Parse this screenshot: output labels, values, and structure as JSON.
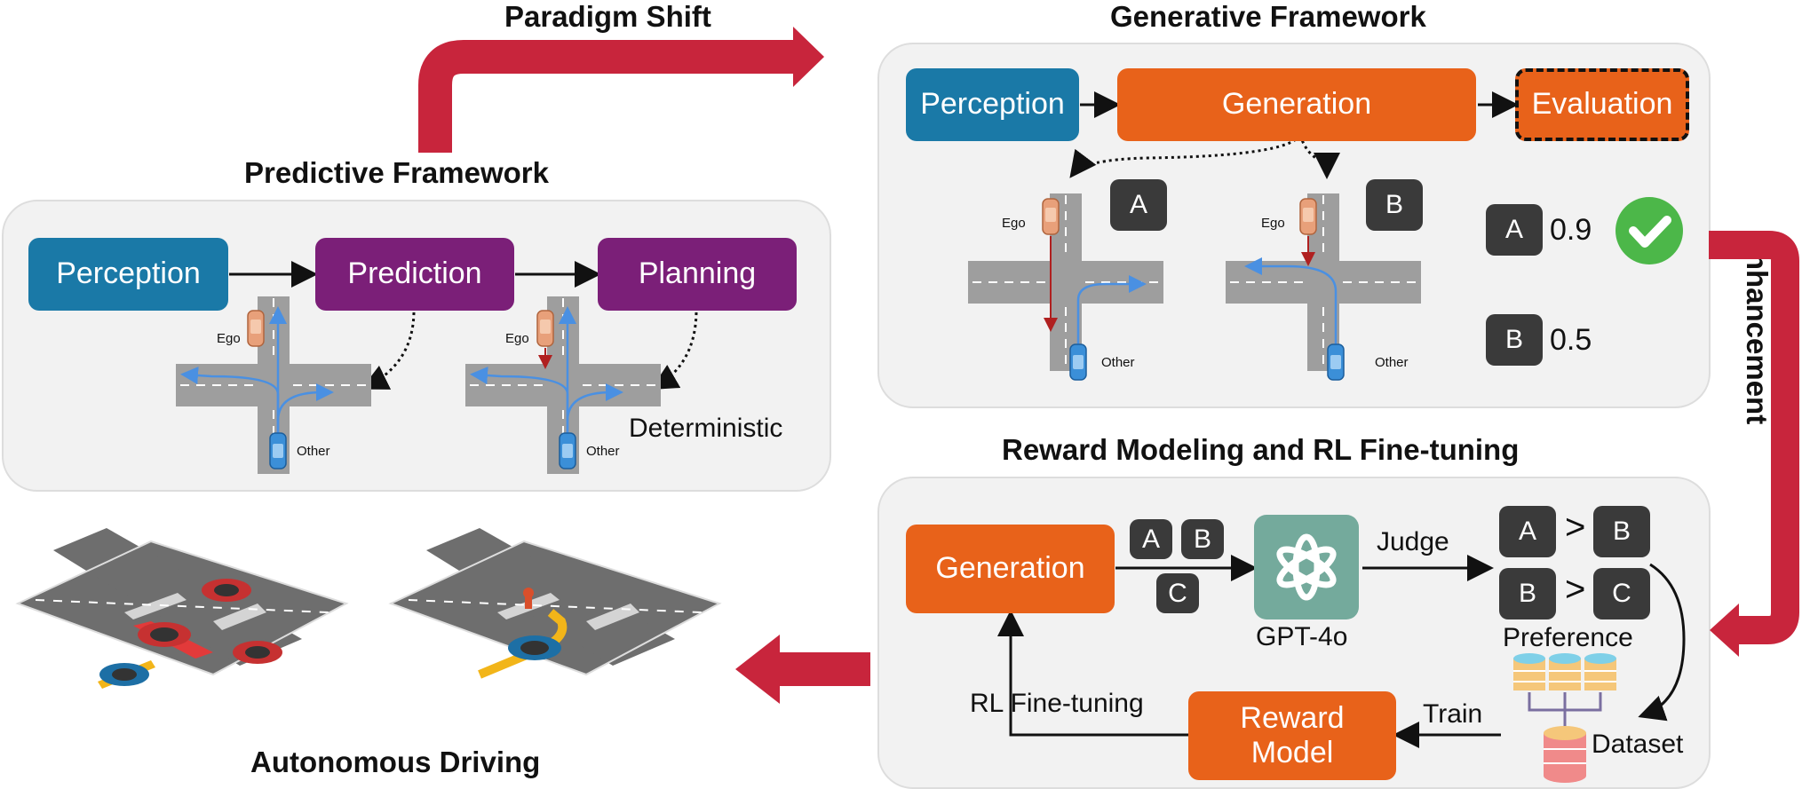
{
  "titles": {
    "paradigm_shift": "Paradigm Shift",
    "generative": "Generative Framework",
    "predictive": "Predictive Framework",
    "reward": "Reward Modeling and RL Fine-tuning",
    "autonomous": "Autonomous Driving",
    "enhancement": "Enhancement"
  },
  "predictive": {
    "perception": "Perception",
    "prediction": "Prediction",
    "planning": "Planning",
    "ego": "Ego",
    "other": "Other",
    "deterministic": "Deterministic"
  },
  "generative": {
    "perception": "Perception",
    "generation": "Generation",
    "evaluation": "Evaluation",
    "ego": "Ego",
    "other": "Other",
    "tag_a": "A",
    "tag_b": "B",
    "score_a": "0.9",
    "score_b": "0.5"
  },
  "reward": {
    "generation": "Generation",
    "tag_a": "A",
    "tag_b": "B",
    "tag_c": "C",
    "judge": "Judge",
    "gpt": "GPT-4o",
    "gt": ">",
    "preference": "Preference",
    "dataset": "Dataset",
    "train": "Train",
    "reward_model": "Reward Model",
    "rl": "RL Fine-tuning"
  },
  "colors": {
    "blue": "#1a79a7",
    "purple": "#7b1f78",
    "orange": "#e8621a",
    "red_arrow": "#c8253c",
    "green_check": "#4cb749"
  }
}
